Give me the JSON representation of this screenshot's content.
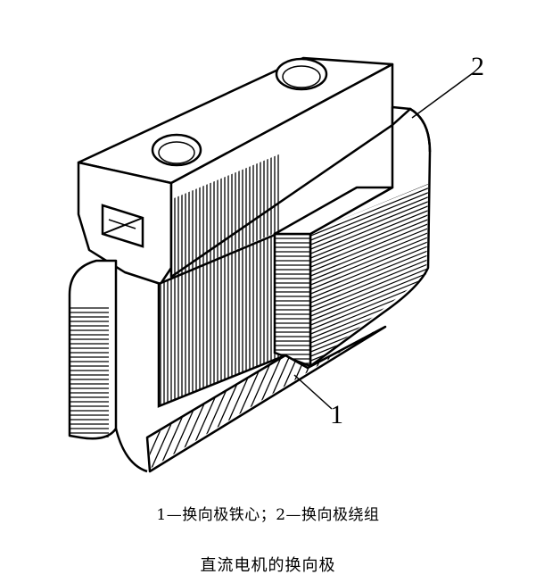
{
  "callouts": {
    "label_1": "1",
    "label_2": "2"
  },
  "legend": "1—换向极铁心；2—换向极绕组",
  "caption": "直流电机的换向极"
}
